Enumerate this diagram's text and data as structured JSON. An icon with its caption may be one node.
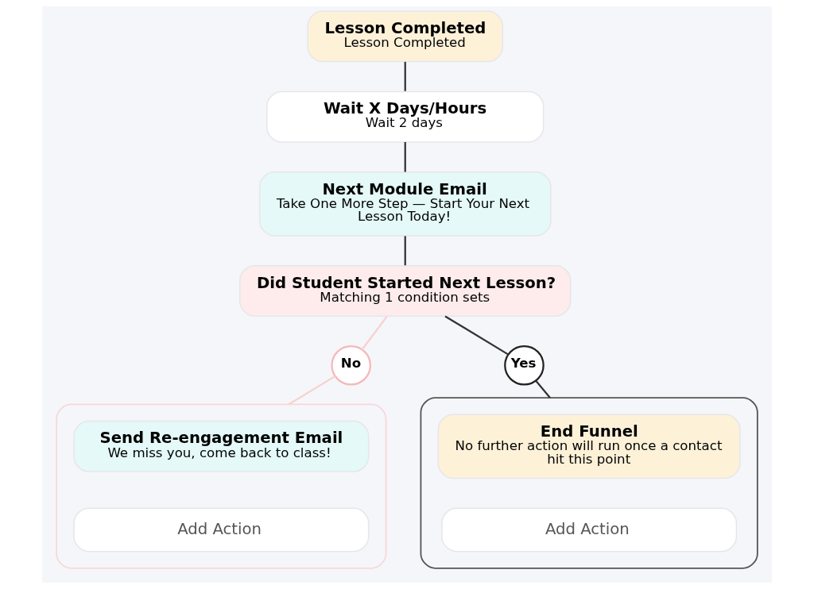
{
  "diagram": {
    "nodes": [
      {
        "text": [
          "Lesson Completed",
          "Lesson Completed"
        ]
      },
      {
        "text": [
          "Wait X Days/Hours",
          "Wait 2 days"
        ]
      },
      {
        "text": [
          "Next Module Email",
          "Take One More Step — Start Your Next Lesson Today!"
        ]
      },
      {
        "text": [
          "Did Student Started Next Lesson?",
          "Matching 1 condition sets"
        ]
      },
      {
        "text": [
          "No"
        ]
      },
      {
        "text": [
          "Yes"
        ]
      },
      {
        "text": [],
        "shape": "box"
      },
      {
        "text": [
          "Send Re-engagement Email",
          "We miss you, come back to class!"
        ],
        "in": 6
      },
      {
        "text": [
          "Add Action"
        ],
        "in": 6
      },
      {
        "text": [],
        "shape": "box"
      },
      {
        "text": [
          "End Funnel",
          "No further action will run once a contact hit this point"
        ],
        "in": 9
      },
      {
        "text": [
          "Add Action"
        ],
        "in": 9
      }
    ],
    "edges": [
      {
        "from": 0,
        "to": 1,
        "arrow": "none"
      },
      {
        "from": 1,
        "to": 2,
        "arrow": "none"
      },
      {
        "from": 2,
        "to": 3,
        "arrow": "none"
      },
      {
        "from": 3,
        "to": 4,
        "arrow": "none",
        "color": "#f8d0d0"
      },
      {
        "from": 4,
        "to": 6,
        "arrow": "none",
        "color": "#f8d0d0"
      },
      {
        "from": 3,
        "to": 5,
        "arrow": "none"
      },
      {
        "from": 5,
        "to": 9,
        "arrow": "none"
      }
    ]
  }
}
